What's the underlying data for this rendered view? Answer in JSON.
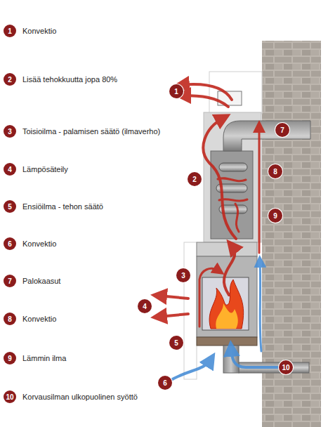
{
  "diagram": {
    "nodes": [
      {
        "text": [
          "1",
          "Konvektio"
        ]
      },
      {
        "text": [
          "2",
          "Lisää tehokkuutta jopa 80%"
        ]
      },
      {
        "text": [
          "3",
          "Toisioilma - palamisen säätö (ilmaverho)"
        ]
      },
      {
        "text": [
          "4",
          "Lämpösäteily"
        ]
      },
      {
        "text": [
          "5",
          "Ensiöilma - tehon säätö"
        ]
      },
      {
        "text": [
          "6",
          "Konvektio"
        ]
      },
      {
        "text": [
          "7",
          "Palokaasut"
        ]
      },
      {
        "text": [
          "8",
          "Konvektio"
        ]
      },
      {
        "text": [
          "9",
          "Lämmin ilma"
        ]
      },
      {
        "text": [
          "10",
          "Korvausilman ulkopuolinen syöttö"
        ]
      },
      {
        "text": [
          "1"
        ]
      },
      {
        "text": [
          "7"
        ]
      },
      {
        "text": [
          "8"
        ]
      },
      {
        "text": [
          "2"
        ]
      },
      {
        "text": [
          "9"
        ]
      },
      {
        "text": [
          "3"
        ]
      },
      {
        "text": [
          "4"
        ]
      },
      {
        "text": [
          "5"
        ]
      },
      {
        "text": [
          "10"
        ]
      },
      {
        "text": [
          "6"
        ]
      }
    ]
  }
}
